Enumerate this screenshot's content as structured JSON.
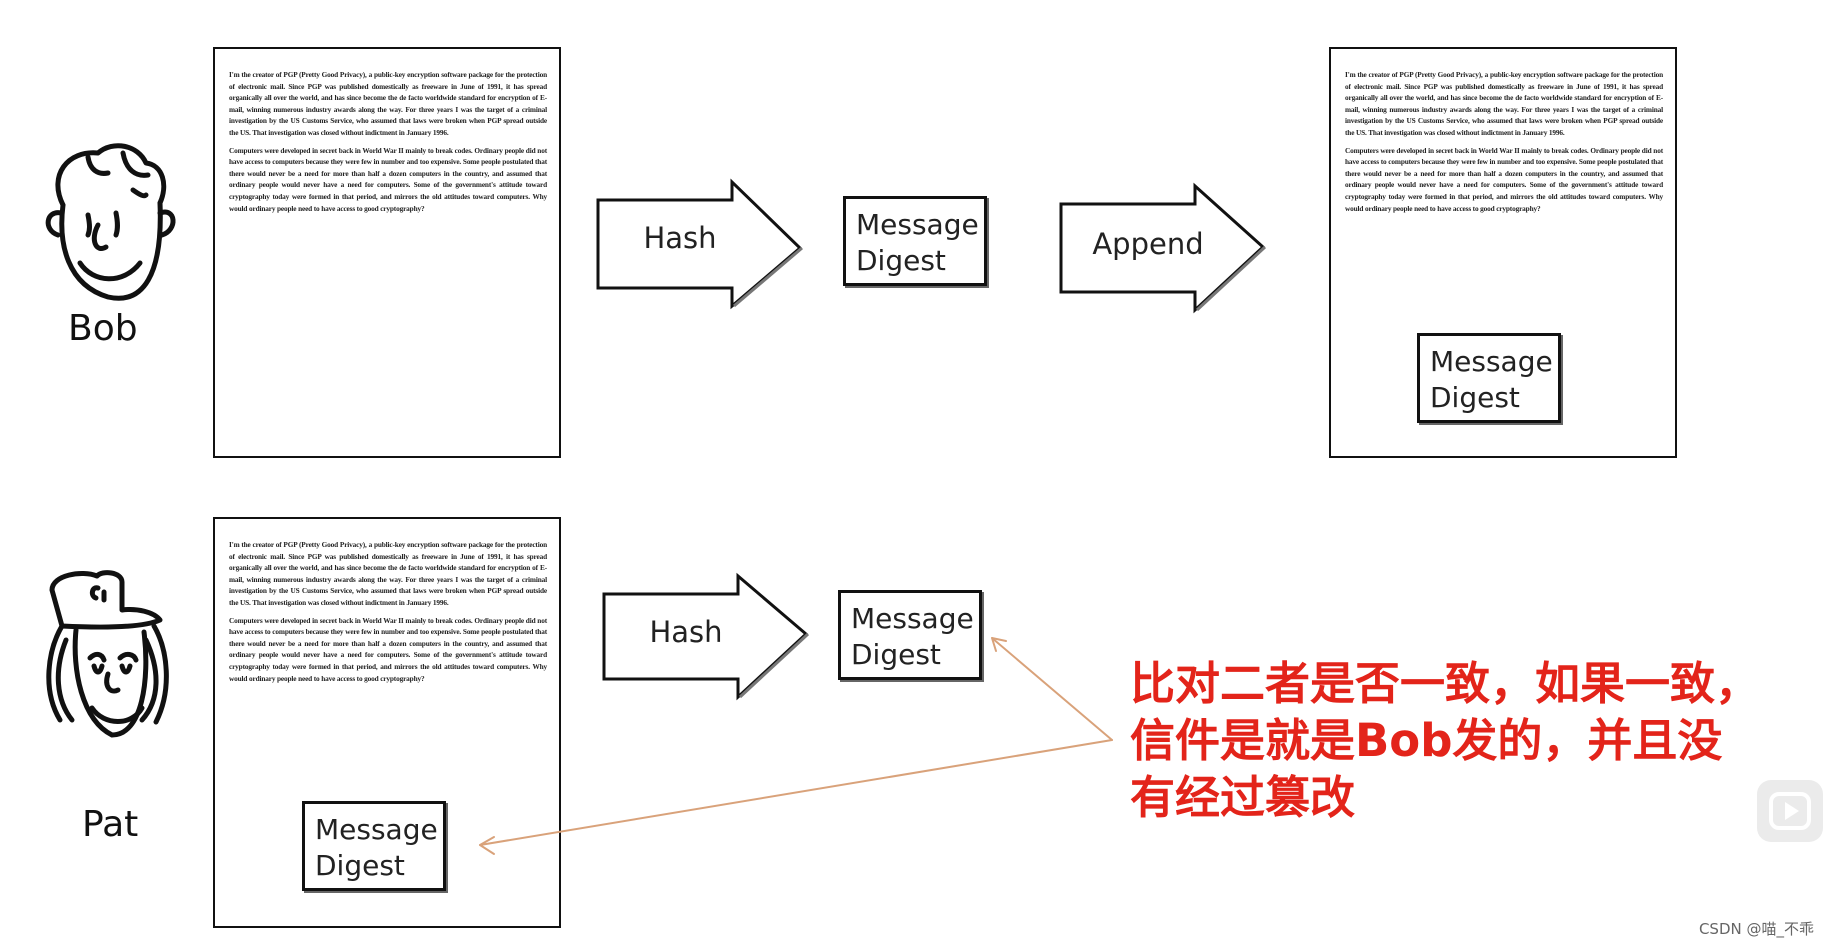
{
  "bob": {
    "name": "Bob",
    "document": {
      "paragraph_1": "I'm the creator of PGP (Pretty Good Privacy), a public-key encryption software package for the protection of electronic mail. Since PGP was published domestically as freeware in June of 1991, it has spread organically all over the world, and has since become the de facto worldwide standard for encryption of E-mail, winning numerous industry awards along the way. For three years I was the target of a criminal investigation by the US Customs Service, who assumed that laws were broken when PGP spread outside the US. That investigation was closed without indictment in January 1996.",
      "paragraph_2": "Computers were developed in secret back in World War II mainly to break codes. Ordinary people did not have access to computers because they were few in number and too expensive. Some people postulated that there would never be a need for more than half a dozen computers in the country, and assumed that ordinary people would never have a need for computers. Some of the government's attitude toward cryptography today were formed in that period, and mirrors the old attitudes toward computers. Why would ordinary people need to have access to good cryptography?"
    },
    "hash_label": "Hash",
    "digest": {
      "line1": "Message",
      "line2": "Digest"
    },
    "append_label": "Append",
    "result_digest": {
      "line1": "Message",
      "line2": "Digest"
    }
  },
  "pat": {
    "name": "Pat",
    "hash_label": "Hash",
    "digest": {
      "line1": "Message",
      "line2": "Digest"
    },
    "received_digest": {
      "line1": "Message",
      "line2": "Digest"
    }
  },
  "caption": {
    "line1": "比对二者是否一致，如果一致，",
    "line2": "信件是就是Bob发的，并且没",
    "line3": "有经过篡改",
    "color": "#e3241a"
  },
  "annotation_color": "#d9a27a",
  "watermark": "CSDN @喵_不乖",
  "icons": {
    "video_overlay": "play-icon"
  }
}
